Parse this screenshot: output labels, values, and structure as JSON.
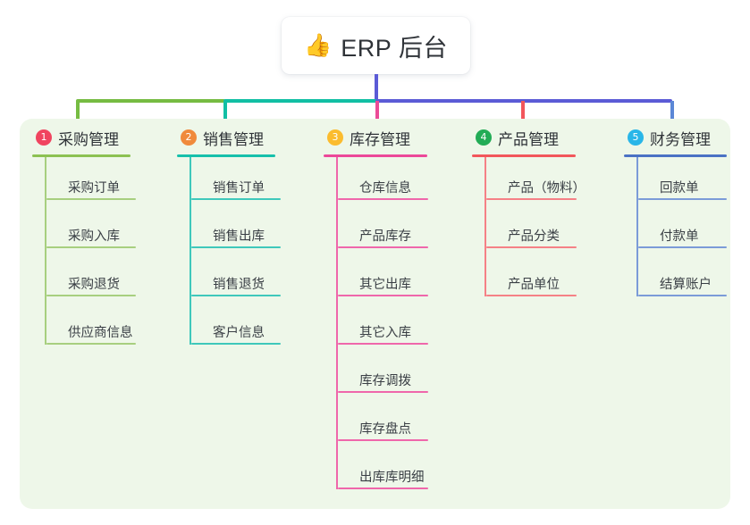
{
  "root": {
    "icon": "thumbs-up-icon",
    "icon_glyph": "👍",
    "title": "ERP 后台"
  },
  "theme": {
    "page_background": "#ffffff",
    "panel_background": "#eef7e9",
    "card_background": "#ffffff",
    "text_color": "#2f3338",
    "stem_color": "#5b5bd6",
    "connector_segments": [
      {
        "name": "green",
        "color": "#76bc42"
      },
      {
        "name": "teal",
        "color": "#11bfa4"
      },
      {
        "name": "blue",
        "color": "#5b5bd6"
      }
    ]
  },
  "columns": [
    {
      "number": "1",
      "title": "采购管理",
      "badge_color": "#f0445f",
      "line_color": "#8cc152",
      "drop_color": "#76bc42",
      "items": [
        {
          "label": "采购订单"
        },
        {
          "label": "采购入库"
        },
        {
          "label": "采购退货"
        },
        {
          "label": "供应商信息"
        }
      ]
    },
    {
      "number": "2",
      "title": "销售管理",
      "badge_color": "#f08a3c",
      "line_color": "#16c0ab",
      "drop_color": "#11bfa4",
      "items": [
        {
          "label": "销售订单"
        },
        {
          "label": "销售出库"
        },
        {
          "label": "销售退货"
        },
        {
          "label": "客户信息"
        }
      ]
    },
    {
      "number": "3",
      "title": "库存管理",
      "badge_color": "#fbbc2e",
      "line_color": "#ec4899",
      "drop_color": "#eb4b97",
      "items": [
        {
          "label": "仓库信息"
        },
        {
          "label": "产品库存"
        },
        {
          "label": "其它出库"
        },
        {
          "label": "其它入库"
        },
        {
          "label": "库存调拨"
        },
        {
          "label": "库存盘点"
        },
        {
          "label": "出库库明细"
        }
      ]
    },
    {
      "number": "4",
      "title": "产品管理",
      "badge_color": "#22ac56",
      "line_color": "#f2565b",
      "drop_color": "#f2565b",
      "items": [
        {
          "label": "产品（物料）"
        },
        {
          "label": "产品分类"
        },
        {
          "label": "产品单位"
        }
      ]
    },
    {
      "number": "5",
      "title": "财务管理",
      "badge_color": "#29b6e8",
      "line_color": "#4a72c4",
      "drop_color": "#5b87d6",
      "items": [
        {
          "label": "回款单"
        },
        {
          "label": "付款单"
        },
        {
          "label": "结算账户"
        }
      ]
    }
  ]
}
